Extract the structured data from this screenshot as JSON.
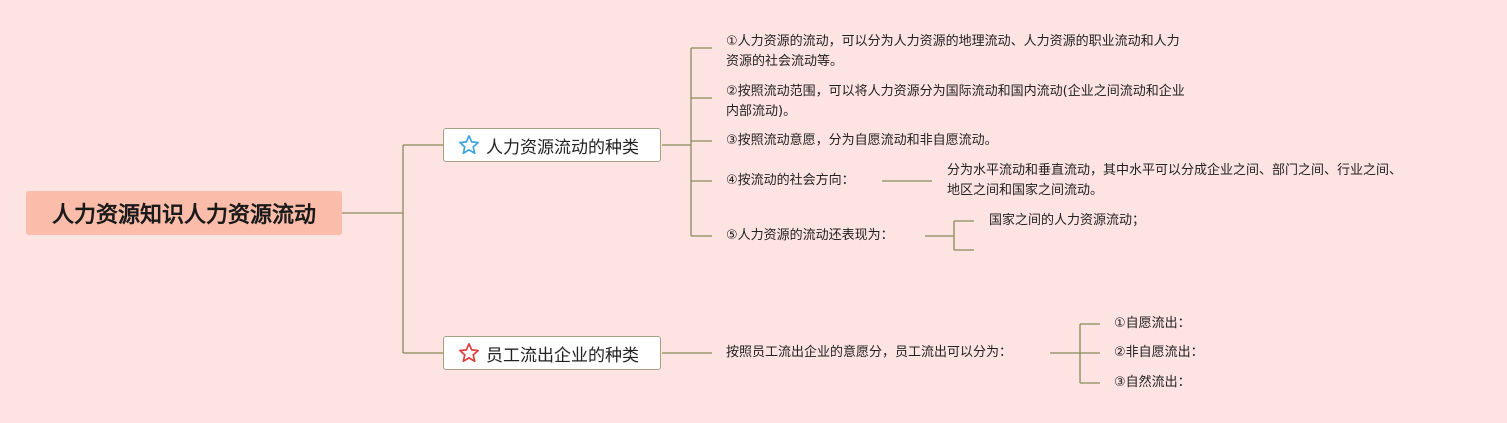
{
  "root": {
    "label": "人力资源知识人力资源流动"
  },
  "branches": [
    {
      "label": "人力资源流动的种类",
      "icon": "star-outline-blue-icon",
      "items": [
        {
          "lines": [
            "①人力资源的流动，可以分为人力资源的地理流动、人力资源的职业流动和人力",
            "资源的社会流动等。"
          ]
        },
        {
          "lines": [
            "②按照流动范围，可以将人力资源分为国际流动和国内流动(企业之间流动和企业",
            "内部流动)。"
          ]
        },
        {
          "lines": [
            "③按照流动意愿，分为自愿流动和非自愿流动。"
          ]
        },
        {
          "lines": [
            "④按流动的社会方向："
          ],
          "children": [
            {
              "lines": [
                "分为水平流动和垂直流动，其中水平可以分成企业之间、部门之间、行业之间、",
                "地区之间和国家之间流动。"
              ]
            }
          ]
        },
        {
          "lines": [
            "⑤人力资源的流动还表现为："
          ],
          "children": [
            {
              "lines": [
                "国家之间的人力资源流动；"
              ]
            },
            {
              "lines": [
                ""
              ]
            }
          ]
        }
      ]
    },
    {
      "label": "员工流出企业的种类",
      "icon": "star-outline-red-icon",
      "items": [
        {
          "lines": [
            "按照员工流出企业的意愿分，员工流出可以分为："
          ],
          "children": [
            {
              "lines": [
                "①自愿流出："
              ]
            },
            {
              "lines": [
                "②非自愿流出："
              ]
            },
            {
              "lines": [
                "③自然流出："
              ]
            }
          ]
        }
      ]
    }
  ],
  "colors": {
    "background": "#fde3e2",
    "root_fill": "#fbbdaa",
    "connector": "#8a8a5c",
    "blue_star": "#3aa4e0",
    "red_star": "#e03a3a"
  }
}
